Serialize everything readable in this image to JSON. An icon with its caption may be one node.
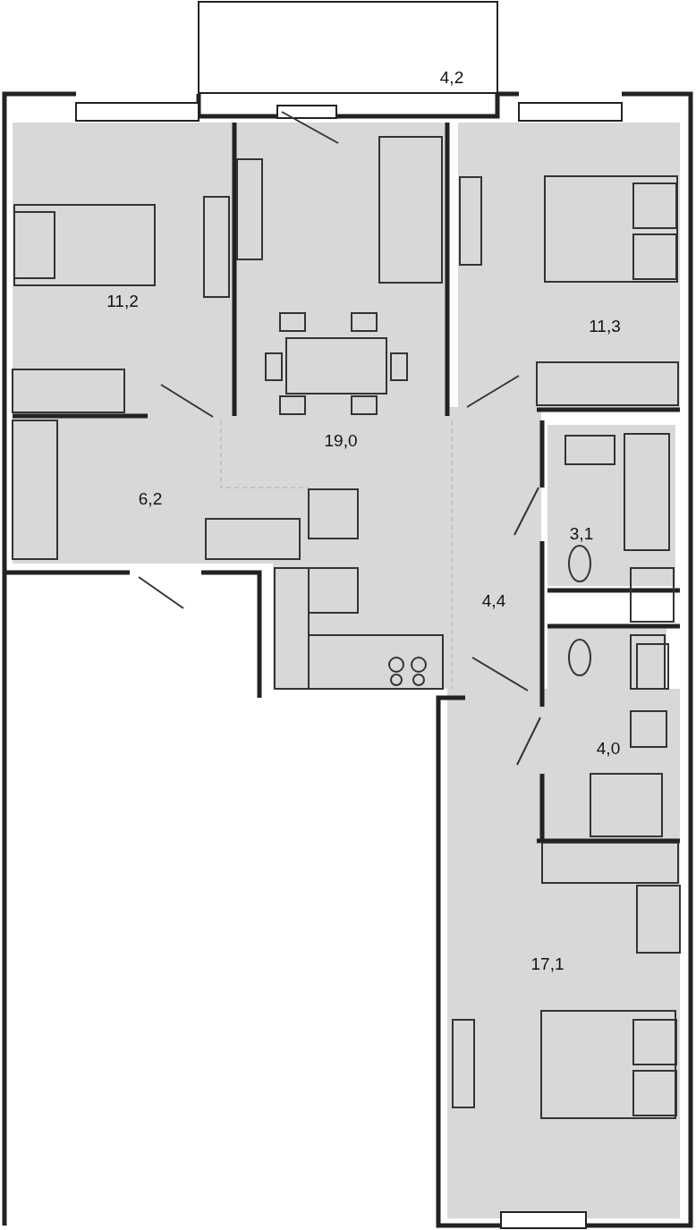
{
  "diagram": {
    "labels": [
      "4,2",
      "11,2",
      "11,3",
      "19,0",
      "6,2",
      "3,1",
      "4,4",
      "4,0",
      "17,1"
    ]
  }
}
